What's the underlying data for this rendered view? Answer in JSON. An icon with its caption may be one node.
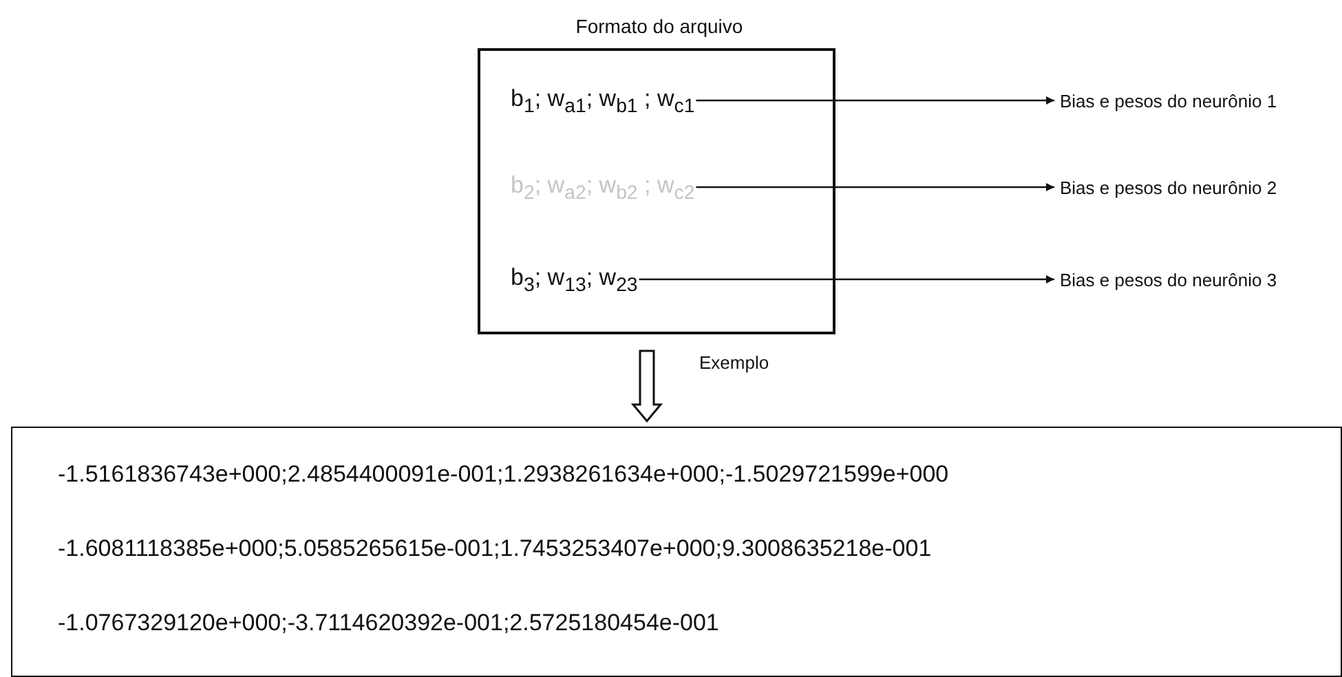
{
  "diagram": {
    "nodes": [
      {
        "text": [
          "Formato do arquivo"
        ]
      },
      {
        "text": [
          "b$_{1}$; w$_{a1}$; w$_{b1}$ ; w$_{c1}$"
        ],
        "in": 0
      },
      {
        "text": [
          "b$_{2}$; w$_{a2}$; w$_{b2}$ ; w$_{c2}$"
        ],
        "in": 0
      },
      {
        "text": [
          "b$_{3}$; w$_{13}$; w$_{23}$"
        ],
        "in": 0
      },
      {
        "text": [
          "Bias e pesos do neurônio 1"
        ]
      },
      {
        "text": [
          "Bias e pesos do neurônio 2"
        ]
      },
      {
        "text": [
          "Bias e pesos do neurônio 3"
        ]
      },
      {
        "text": [
          "-1.5161836743e+000;2.4854400091e-001;1.2938261634e+000;-1.5029721599e+000",
          "-1.6081118385e+000;5.0585265615e-001;1.7453253407e+000;9.3008635218e-001",
          "-1.0767329120e+000;-3.7114620392e-001;2.5725180454e-001"
        ]
      }
    ],
    "edges": [
      {
        "from": 1,
        "to": 4,
        "arrow": "to"
      },
      {
        "from": 2,
        "to": 5,
        "arrow": "to"
      },
      {
        "from": 3,
        "to": 6,
        "arrow": "to"
      },
      {
        "from": 0,
        "to": 7,
        "arrow": "to",
        "label": "Exemplo"
      }
    ]
  }
}
